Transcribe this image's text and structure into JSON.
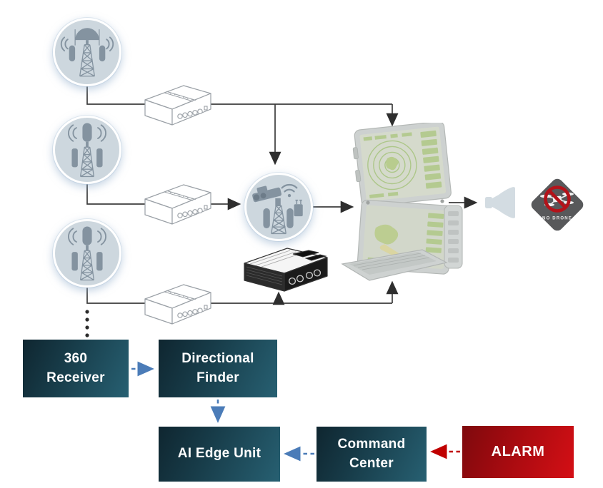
{
  "flow_boxes": {
    "receiver_360": {
      "lines": [
        "360",
        "Receiver"
      ]
    },
    "directional_finder": {
      "lines": [
        "Directional",
        "Finder"
      ]
    },
    "ai_edge_unit": {
      "lines": [
        "AI Edge Unit"
      ]
    },
    "command_center": {
      "lines": [
        "Command",
        "Center"
      ]
    },
    "alarm": {
      "lines": [
        "ALARM"
      ]
    }
  },
  "sign": {
    "text": "NO DRONE"
  },
  "icons": {
    "left_column": [
      "dome-antenna-icon",
      "capsule-antenna-icon",
      "capsule-antenna-icon"
    ],
    "center": "directional-finder-tower-icon",
    "devices": [
      "receiver-unit-icon",
      "receiver-unit-icon",
      "receiver-unit-icon",
      "ai-edge-hardware-icon",
      "rugged-console-icon",
      "speaker-horn-icon",
      "no-drone-sign-icon"
    ]
  },
  "colors": {
    "teal_box_dark": "#0f2630",
    "teal_box_light": "#276072",
    "alarm_dark": "#7e090d",
    "alarm_light": "#d40f15",
    "blue_arrow": "#4b7cb8",
    "red_arrow": "#c00000",
    "wire": "#3c3c3c",
    "circle_fill": "#cdd7de",
    "icon_gray": "#8493a0",
    "sign_background": "#58595b",
    "prohibition_red": "#b3131a",
    "console_green": "#9cbb70",
    "speaker_gray": "#d3dce2"
  }
}
